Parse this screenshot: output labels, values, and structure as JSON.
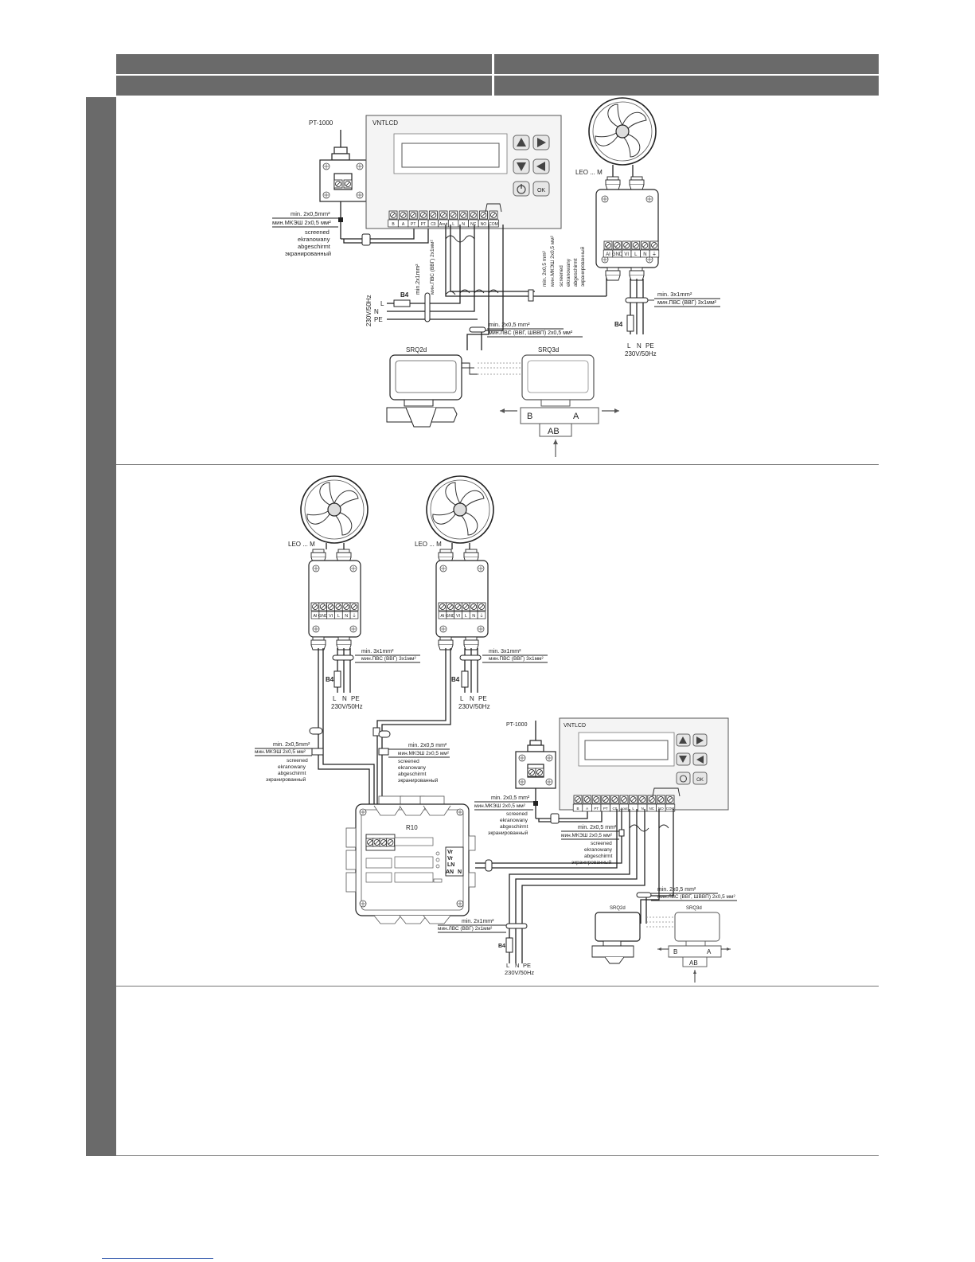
{
  "diagram1": {
    "sensor_label": "PT-1000",
    "controller_label": "VNTLCD",
    "ok_label": "OK",
    "terminals": [
      "B",
      "A",
      "PT",
      "PT",
      "C0",
      "Aout",
      "L",
      "N",
      "NC",
      "NO",
      "COM"
    ],
    "fan_label": "LEO ... M",
    "fan_terminals": [
      "AI",
      "GND",
      "VI",
      "L",
      "N",
      "⏚"
    ],
    "screened_cable": "min. 2x0,5mm²",
    "screened_cable_ru": "мин.МКЭШ 2x0,5 мм²",
    "screened_words": [
      "screened",
      "ekranowany",
      "abgeschirmt",
      "экранированный"
    ],
    "supply_cable": "min.2x1mm²",
    "supply_cable_ru": "мин.ПВС (ВВГ) 2x1мм²",
    "fuse": "B4",
    "supply_rotated": "230V/50Hz",
    "supply_lines": [
      "L",
      "N",
      "PE"
    ],
    "fan_signal_cable": "min. 2x0,5 mm²",
    "fan_signal_cable_ru": "мин.МКЭШ 2x0,5 мм²",
    "fan_power_cable": "min. 3x1mm²",
    "fan_power_cable_ru": "мин.ПВС (ВВГ) 3x1мм²",
    "fan_fuse": "B4",
    "fan_lines": [
      "L",
      "N",
      "PE"
    ],
    "fan_supply": "230V/50Hz",
    "valve_cable": "min. 2x0,5 mm²",
    "valve_cable_ru": "мин.ЛВС (ВВГ, ШВВП) 2x0,5 мм²",
    "valve1": "SRQ2d",
    "valve2": "SRQ3d",
    "port_b": "B",
    "port_a": "A",
    "port_ab": "AB"
  },
  "diagram2": {
    "fan1_label": "LEO ... M",
    "fan2_label": "LEO ... M",
    "fan_terminals": [
      "AI",
      "GND",
      "VI",
      "L",
      "N",
      "⏚"
    ],
    "fan_power_cable": "min. 3x1mm²",
    "fan_power_cable_ru": "мин.ПВС (ВВГ) 3x1мм²",
    "fuse": "B4",
    "lines": [
      "L",
      "N",
      "PE"
    ],
    "supply": "230V/50Hz",
    "screened_cable_a": "min. 2x0,5mm²",
    "screened_cable_a_ru": "мин.МКЭШ 2x0,5 мм²",
    "screened_cable_b": "min. 2x0,5 mm²",
    "screened_cable_b_ru": "мин.МКЭШ 2x0,5 мм²",
    "screened_words": [
      "screened",
      "ekranowany",
      "abgeschirmt",
      "экранированный"
    ],
    "sensor_label": "PT-1000",
    "controller_label": "VNTLCD",
    "ok_label": "OK",
    "terminals": [
      "B",
      "A",
      "PT",
      "PT",
      "C0",
      "Aout",
      "L",
      "N",
      "NC",
      "NO",
      "COM"
    ],
    "sensor_cable": "min. 2x0,5 mm²",
    "sensor_cable_ru": "мин.МКЭШ 2x0,5 мм²",
    "ctrl_cable": "min. 2x0,5 mm²",
    "ctrl_cable_ru": "мин.МКЭШ 2x0,5 мм²",
    "box_label": "R10",
    "box_terminals": [
      "Vr",
      "Vr",
      "LN",
      "AN",
      "N"
    ],
    "valve_cable": "min. 2x0,5 mm²",
    "valve_cable_ru": "мин.ЛВС (ВВГ, ШВВП) 2x0,5 мм²",
    "supply_cable": "min. 2x1mm²",
    "supply_cable_ru": "мин.ЛВС (ВВГ) 2x1мм²",
    "valve1": "SRQ2d",
    "valve2": "SRQ3d",
    "port_b": "B",
    "port_a": "A",
    "port_ab": "AB"
  }
}
